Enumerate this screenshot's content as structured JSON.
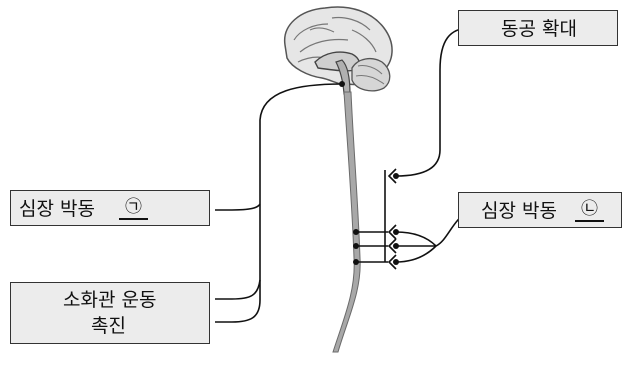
{
  "labels": {
    "pupil_dilation": "동공 확대",
    "heartbeat_left": "심장 박동",
    "heartbeat_left_blank": "㉠",
    "heartbeat_right": "심장 박동",
    "heartbeat_right_blank": "㉡",
    "digestive_motility": "소화관 운동",
    "digestive_promote": "촉진"
  }
}
